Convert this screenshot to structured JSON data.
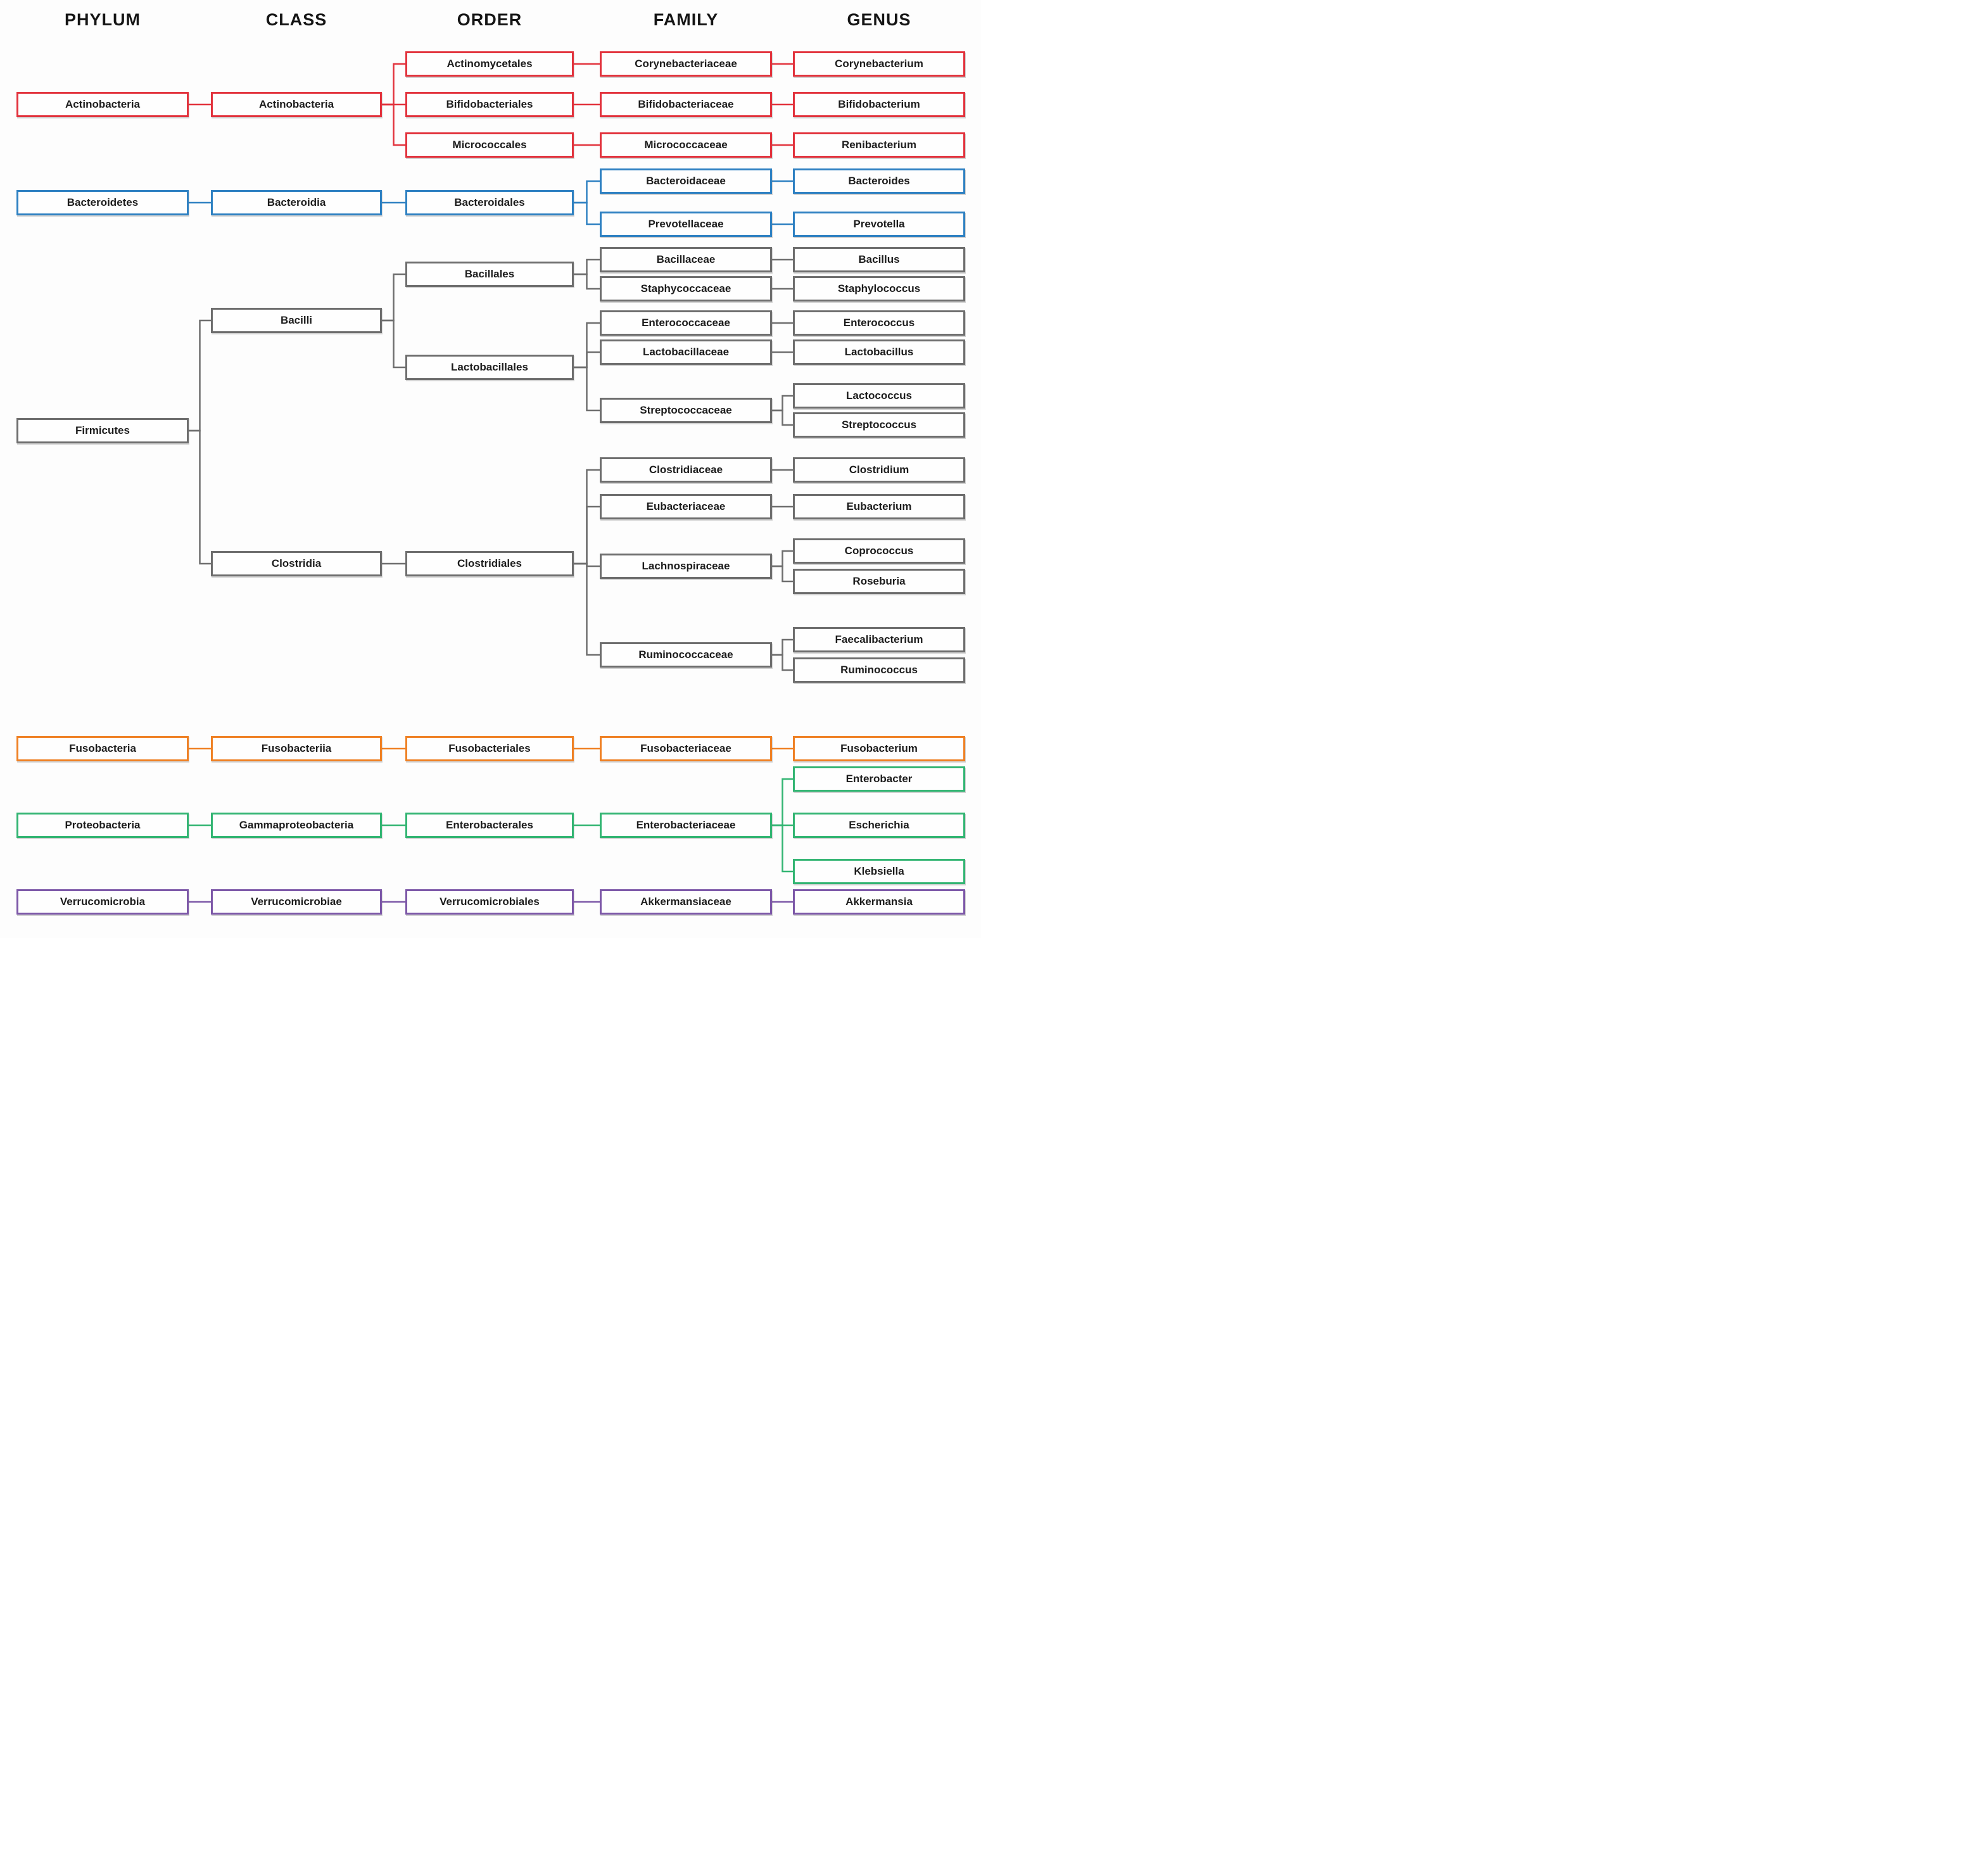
{
  "headers": [
    "PHYLUM",
    "CLASS",
    "ORDER",
    "FAMILY",
    "GENUS"
  ],
  "groups": {
    "actinobacteria": {
      "color": "#e2333d"
    },
    "bacteroidetes": {
      "color": "#2f81c2"
    },
    "firmicutes": {
      "color": "#6e6e6e"
    },
    "fusobacteria": {
      "color": "#ef8125"
    },
    "proteobacteria": {
      "color": "#33b573"
    },
    "verrucomicrobia": {
      "color": "#7d58a8"
    }
  },
  "nodes": [
    {
      "id": "actinobacteria_p",
      "label": "Actinobacteria",
      "level": "phylum",
      "group": "actinobacteria",
      "row": 165
    },
    {
      "id": "actinobacteria_c",
      "label": "Actinobacteria",
      "level": "class",
      "group": "actinobacteria",
      "row": 165
    },
    {
      "id": "actinomycetales",
      "label": "Actinomycetales",
      "level": "order",
      "group": "actinobacteria",
      "row": 101
    },
    {
      "id": "bifidobacteriales",
      "label": "Bifidobacteriales",
      "level": "order",
      "group": "actinobacteria",
      "row": 165
    },
    {
      "id": "micrococcales",
      "label": "Micrococcales",
      "level": "order",
      "group": "actinobacteria",
      "row": 229
    },
    {
      "id": "corynebacteriaceae",
      "label": "Corynebacteriaceae",
      "level": "family",
      "group": "actinobacteria",
      "row": 101
    },
    {
      "id": "bifidobacteriaceae",
      "label": "Bifidobacteriaceae",
      "level": "family",
      "group": "actinobacteria",
      "row": 165
    },
    {
      "id": "micrococcaceae",
      "label": "Micrococcaceae",
      "level": "family",
      "group": "actinobacteria",
      "row": 229
    },
    {
      "id": "corynebacterium",
      "label": "Corynebacterium",
      "level": "genus",
      "group": "actinobacteria",
      "row": 101
    },
    {
      "id": "bifidobacterium",
      "label": "Bifidobacterium",
      "level": "genus",
      "group": "actinobacteria",
      "row": 165
    },
    {
      "id": "renibacterium",
      "label": "Renibacterium",
      "level": "genus",
      "group": "actinobacteria",
      "row": 229
    },
    {
      "id": "bacteroidetes",
      "label": "Bacteroidetes",
      "level": "phylum",
      "group": "bacteroidetes",
      "row": 320
    },
    {
      "id": "bacteroidia",
      "label": "Bacteroidia",
      "level": "class",
      "group": "bacteroidetes",
      "row": 320
    },
    {
      "id": "bacteroidales",
      "label": "Bacteroidales",
      "level": "order",
      "group": "bacteroidetes",
      "row": 320
    },
    {
      "id": "bacteroidaceae",
      "label": "Bacteroidaceae",
      "level": "family",
      "group": "bacteroidetes",
      "row": 286
    },
    {
      "id": "prevotellaceae",
      "label": "Prevotellaceae",
      "level": "family",
      "group": "bacteroidetes",
      "row": 354
    },
    {
      "id": "bacteroides",
      "label": "Bacteroides",
      "level": "genus",
      "group": "bacteroidetes",
      "row": 286
    },
    {
      "id": "prevotella",
      "label": "Prevotella",
      "level": "genus",
      "group": "bacteroidetes",
      "row": 354
    },
    {
      "id": "firmicutes",
      "label": "Firmicutes",
      "level": "phylum",
      "group": "firmicutes",
      "row": 680
    },
    {
      "id": "bacilli",
      "label": "Bacilli",
      "level": "class",
      "group": "firmicutes",
      "row": 506
    },
    {
      "id": "clostridia",
      "label": "Clostridia",
      "level": "class",
      "group": "firmicutes",
      "row": 890
    },
    {
      "id": "bacillales",
      "label": "Bacillales",
      "level": "order",
      "group": "firmicutes",
      "row": 433
    },
    {
      "id": "lactobacillales",
      "label": "Lactobacillales",
      "level": "order",
      "group": "firmicutes",
      "row": 580
    },
    {
      "id": "clostridiales",
      "label": "Clostridiales",
      "level": "order",
      "group": "firmicutes",
      "row": 890
    },
    {
      "id": "bacillaceae",
      "label": "Bacillaceae",
      "level": "family",
      "group": "firmicutes",
      "row": 410
    },
    {
      "id": "staphycoccaceae",
      "label": "Staphycoccaceae",
      "level": "family",
      "group": "firmicutes",
      "row": 456
    },
    {
      "id": "enterococcaceae",
      "label": "Enterococcaceae",
      "level": "family",
      "group": "firmicutes",
      "row": 510
    },
    {
      "id": "lactobacillaceae",
      "label": "Lactobacillaceae",
      "level": "family",
      "group": "firmicutes",
      "row": 556
    },
    {
      "id": "streptococcaceae",
      "label": "Streptococcaceae",
      "level": "family",
      "group": "firmicutes",
      "row": 648
    },
    {
      "id": "clostridiaceae",
      "label": "Clostridiaceae",
      "level": "family",
      "group": "firmicutes",
      "row": 742
    },
    {
      "id": "eubacteriaceae",
      "label": "Eubacteriaceae",
      "level": "family",
      "group": "firmicutes",
      "row": 800
    },
    {
      "id": "lachnospiraceae",
      "label": "Lachnospiraceae",
      "level": "family",
      "group": "firmicutes",
      "row": 894
    },
    {
      "id": "ruminococcaceae",
      "label": "Ruminococcaceae",
      "level": "family",
      "group": "firmicutes",
      "row": 1034
    },
    {
      "id": "bacillus",
      "label": "Bacillus",
      "level": "genus",
      "group": "firmicutes",
      "row": 410
    },
    {
      "id": "staphylococcus",
      "label": "Staphylococcus",
      "level": "genus",
      "group": "firmicutes",
      "row": 456
    },
    {
      "id": "enterococcus",
      "label": "Enterococcus",
      "level": "genus",
      "group": "firmicutes",
      "row": 510
    },
    {
      "id": "lactobacillus",
      "label": "Lactobacillus",
      "level": "genus",
      "group": "firmicutes",
      "row": 556
    },
    {
      "id": "lactococcus",
      "label": "Lactococcus",
      "level": "genus",
      "group": "firmicutes",
      "row": 625
    },
    {
      "id": "streptococcus",
      "label": "Streptococcus",
      "level": "genus",
      "group": "firmicutes",
      "row": 671
    },
    {
      "id": "clostridium",
      "label": "Clostridium",
      "level": "genus",
      "group": "firmicutes",
      "row": 742
    },
    {
      "id": "eubacterium",
      "label": "Eubacterium",
      "level": "genus",
      "group": "firmicutes",
      "row": 800
    },
    {
      "id": "coprococcus",
      "label": "Coprococcus",
      "level": "genus",
      "group": "firmicutes",
      "row": 870
    },
    {
      "id": "roseburia",
      "label": "Roseburia",
      "level": "genus",
      "group": "firmicutes",
      "row": 918
    },
    {
      "id": "faecalibacterium",
      "label": "Faecalibacterium",
      "level": "genus",
      "group": "firmicutes",
      "row": 1010
    },
    {
      "id": "ruminococcus",
      "label": "Ruminococcus",
      "level": "genus",
      "group": "firmicutes",
      "row": 1058
    },
    {
      "id": "fusobacteria",
      "label": "Fusobacteria",
      "level": "phylum",
      "group": "fusobacteria",
      "row": 1182
    },
    {
      "id": "fusobacteriia",
      "label": "Fusobacteriia",
      "level": "class",
      "group": "fusobacteria",
      "row": 1182
    },
    {
      "id": "fusobacteriales",
      "label": "Fusobacteriales",
      "level": "order",
      "group": "fusobacteria",
      "row": 1182
    },
    {
      "id": "fusobacteriaceae",
      "label": "Fusobacteriaceae",
      "level": "family",
      "group": "fusobacteria",
      "row": 1182
    },
    {
      "id": "fusobacterium",
      "label": "Fusobacterium",
      "level": "genus",
      "group": "fusobacteria",
      "row": 1182
    },
    {
      "id": "proteobacteria",
      "label": "Proteobacteria",
      "level": "phylum",
      "group": "proteobacteria",
      "row": 1303
    },
    {
      "id": "gammaproteobacteria",
      "label": "Gammaproteobacteria",
      "level": "class",
      "group": "proteobacteria",
      "row": 1303
    },
    {
      "id": "enterobacterales",
      "label": "Enterobacterales",
      "level": "order",
      "group": "proteobacteria",
      "row": 1303
    },
    {
      "id": "enterobacteriaceae",
      "label": "Enterobacteriaceae",
      "level": "family",
      "group": "proteobacteria",
      "row": 1303
    },
    {
      "id": "enterobacter",
      "label": "Enterobacter",
      "level": "genus",
      "group": "proteobacteria",
      "row": 1230
    },
    {
      "id": "escherichia",
      "label": "Escherichia",
      "level": "genus",
      "group": "proteobacteria",
      "row": 1303
    },
    {
      "id": "klebsiella",
      "label": "Klebsiella",
      "level": "genus",
      "group": "proteobacteria",
      "row": 1376
    },
    {
      "id": "verrucomicrobia",
      "label": "Verrucomicrobia",
      "level": "phylum",
      "group": "verrucomicrobia",
      "row": 1424
    },
    {
      "id": "verrucomicrobiae",
      "label": "Verrucomicrobiae",
      "level": "class",
      "group": "verrucomicrobia",
      "row": 1424
    },
    {
      "id": "verrucomicrobiales",
      "label": "Verrucomicrobiales",
      "level": "order",
      "group": "verrucomicrobia",
      "row": 1424
    },
    {
      "id": "akkermansiaceae",
      "label": "Akkermansiaceae",
      "level": "family",
      "group": "verrucomicrobia",
      "row": 1424
    },
    {
      "id": "akkermansia",
      "label": "Akkermansia",
      "level": "genus",
      "group": "verrucomicrobia",
      "row": 1424
    }
  ],
  "edges": [
    [
      "actinobacteria_p",
      "actinobacteria_c"
    ],
    [
      "actinobacteria_c",
      "actinomycetales"
    ],
    [
      "actinobacteria_c",
      "bifidobacteriales"
    ],
    [
      "actinobacteria_c",
      "micrococcales"
    ],
    [
      "actinomycetales",
      "corynebacteriaceae"
    ],
    [
      "corynebacteriaceae",
      "corynebacterium"
    ],
    [
      "bifidobacteriales",
      "bifidobacteriaceae"
    ],
    [
      "bifidobacteriaceae",
      "bifidobacterium"
    ],
    [
      "micrococcales",
      "micrococcaceae"
    ],
    [
      "micrococcaceae",
      "renibacterium"
    ],
    [
      "bacteroidetes",
      "bacteroidia"
    ],
    [
      "bacteroidia",
      "bacteroidales"
    ],
    [
      "bacteroidales",
      "bacteroidaceae"
    ],
    [
      "bacteroidales",
      "prevotellaceae"
    ],
    [
      "bacteroidaceae",
      "bacteroides"
    ],
    [
      "prevotellaceae",
      "prevotella"
    ],
    [
      "firmicutes",
      "bacilli"
    ],
    [
      "firmicutes",
      "clostridia"
    ],
    [
      "bacilli",
      "bacillales"
    ],
    [
      "bacilli",
      "lactobacillales"
    ],
    [
      "bacillales",
      "bacillaceae"
    ],
    [
      "bacillales",
      "staphycoccaceae"
    ],
    [
      "bacillaceae",
      "bacillus"
    ],
    [
      "staphycoccaceae",
      "staphylococcus"
    ],
    [
      "lactobacillales",
      "enterococcaceae"
    ],
    [
      "lactobacillales",
      "lactobacillaceae"
    ],
    [
      "lactobacillales",
      "streptococcaceae"
    ],
    [
      "enterococcaceae",
      "enterococcus"
    ],
    [
      "lactobacillaceae",
      "lactobacillus"
    ],
    [
      "streptococcaceae",
      "lactococcus"
    ],
    [
      "streptococcaceae",
      "streptococcus"
    ],
    [
      "clostridia",
      "clostridiales"
    ],
    [
      "clostridiales",
      "clostridiaceae"
    ],
    [
      "clostridiales",
      "eubacteriaceae"
    ],
    [
      "clostridiales",
      "lachnospiraceae"
    ],
    [
      "clostridiales",
      "ruminococcaceae"
    ],
    [
      "clostridiaceae",
      "clostridium"
    ],
    [
      "eubacteriaceae",
      "eubacterium"
    ],
    [
      "lachnospiraceae",
      "coprococcus"
    ],
    [
      "lachnospiraceae",
      "roseburia"
    ],
    [
      "ruminococcaceae",
      "faecalibacterium"
    ],
    [
      "ruminococcaceae",
      "ruminococcus"
    ],
    [
      "fusobacteria",
      "fusobacteriia"
    ],
    [
      "fusobacteriia",
      "fusobacteriales"
    ],
    [
      "fusobacteriales",
      "fusobacteriaceae"
    ],
    [
      "fusobacteriaceae",
      "fusobacterium"
    ],
    [
      "proteobacteria",
      "gammaproteobacteria"
    ],
    [
      "gammaproteobacteria",
      "enterobacterales"
    ],
    [
      "enterobacterales",
      "enterobacteriaceae"
    ],
    [
      "enterobacteriaceae",
      "enterobacter"
    ],
    [
      "enterobacteriaceae",
      "escherichia"
    ],
    [
      "enterobacteriaceae",
      "klebsiella"
    ],
    [
      "verrucomicrobia",
      "verrucomicrobiae"
    ],
    [
      "verrucomicrobiae",
      "verrucomicrobiales"
    ],
    [
      "verrucomicrobiales",
      "akkermansiaceae"
    ],
    [
      "akkermansiaceae",
      "akkermansia"
    ]
  ]
}
